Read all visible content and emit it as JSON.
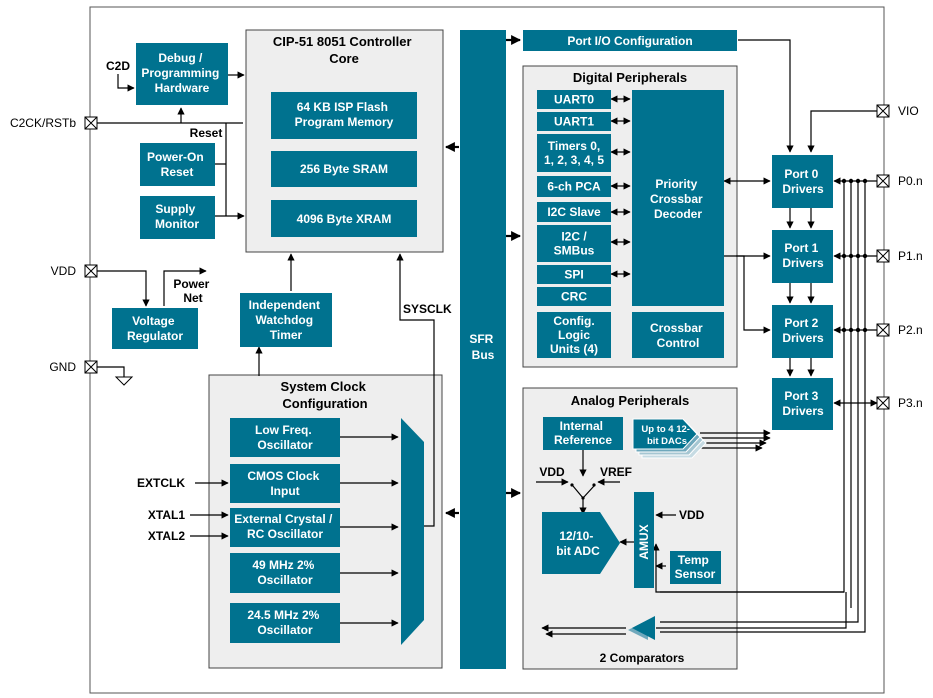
{
  "colors": {
    "block": "#00728f",
    "group_fill": "#eeeeee",
    "line": "#000000"
  },
  "pins": {
    "c2d": "C2D",
    "c2ck": "C2CK/RSTb",
    "vdd": "VDD",
    "gnd": "GND",
    "power_net": [
      "Power",
      "Net"
    ],
    "extclk": "EXTCLK",
    "xtal1": "XTAL1",
    "xtal2": "XTAL2",
    "vio": "VIO",
    "p0": "P0.n",
    "p1": "P1.n",
    "p2": "P2.n",
    "p3": "P3.n",
    "reset": "Reset",
    "sysclk": "SYSCLK"
  },
  "left_blocks": {
    "debug": [
      "Debug /",
      "Programming",
      "Hardware"
    ],
    "power_on_reset": [
      "Power-On",
      "Reset"
    ],
    "supply_monitor": [
      "Supply",
      "Monitor"
    ],
    "voltage_regulator": [
      "Voltage",
      "Regulator"
    ],
    "watchdog": [
      "Independent",
      "Watchdog",
      "Timer"
    ]
  },
  "core": {
    "title": [
      "CIP-51 8051 Controller",
      "Core"
    ],
    "flash": [
      "64 KB ISP Flash",
      "Program Memory"
    ],
    "sram": "256 Byte SRAM",
    "xram": "4096 Byte XRAM"
  },
  "clock": {
    "title": [
      "System Clock",
      "Configuration"
    ],
    "sources": [
      [
        "Low Freq.",
        "Oscillator"
      ],
      [
        "CMOS Clock",
        "Input"
      ],
      [
        "External Crystal /",
        "RC Oscillator"
      ],
      [
        "49 MHz 2%",
        "Oscillator"
      ],
      [
        "24.5 MHz 2%",
        "Oscillator"
      ]
    ]
  },
  "sfr_bus": [
    "SFR",
    "Bus"
  ],
  "port_io_config": "Port I/O Configuration",
  "digital": {
    "title": "Digital Peripherals",
    "items": [
      [
        "UART0"
      ],
      [
        "UART1"
      ],
      [
        "Timers 0,",
        "1, 2, 3, 4, 5"
      ],
      [
        "6-ch PCA"
      ],
      [
        "I2C Slave"
      ],
      [
        "I2C /",
        "SMBus"
      ],
      [
        "SPI"
      ],
      [
        "CRC"
      ],
      [
        "Config.",
        "Logic",
        "Units (4)"
      ]
    ],
    "crossbar_decoder": [
      "Priority",
      "Crossbar",
      "Decoder"
    ],
    "crossbar_control": [
      "Crossbar",
      "Control"
    ]
  },
  "ports": [
    [
      "Port 0",
      "Drivers"
    ],
    [
      "Port 1",
      "Drivers"
    ],
    [
      "Port 2",
      "Drivers"
    ],
    [
      "Port 3",
      "Drivers"
    ]
  ],
  "analog": {
    "title": "Analog Peripherals",
    "internal_reference": [
      "Internal",
      "Reference"
    ],
    "dacs": [
      "Up to 4 12-",
      "bit DACs"
    ],
    "vdd": "VDD",
    "vref": "VREF",
    "adc": [
      "12/10-",
      "bit ADC"
    ],
    "amux": "AMUX",
    "amux_vdd": "VDD",
    "temp_sensor": [
      "Temp",
      "Sensor"
    ],
    "comparators": "2 Comparators"
  }
}
